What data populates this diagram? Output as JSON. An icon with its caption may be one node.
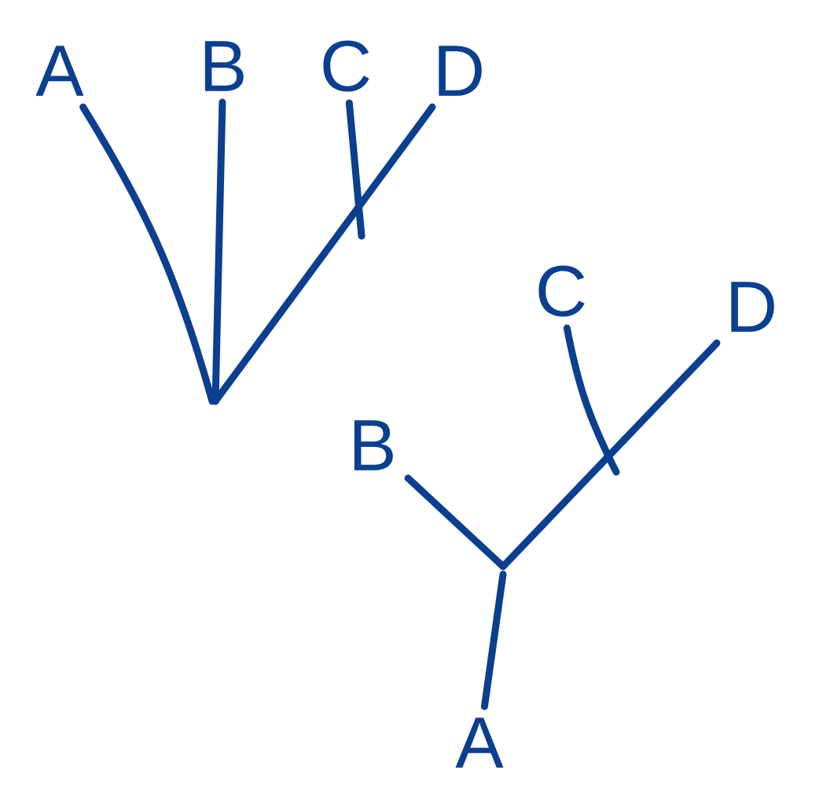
{
  "diagram": {
    "nodes": [
      {
        "text": [
          "A"
        ]
      },
      {
        "text": [
          "B"
        ]
      },
      {
        "text": [
          "C"
        ]
      },
      {
        "text": [
          "D"
        ]
      },
      {
        "text": [
          "C"
        ]
      },
      {
        "text": [
          "D"
        ]
      },
      {
        "text": [
          "B"
        ]
      },
      {
        "text": [
          "A"
        ]
      }
    ],
    "edges": [
      {
        "from": 0,
        "to": null,
        "arrow": "none"
      },
      {
        "from": 1,
        "to": null,
        "arrow": "none"
      },
      {
        "from": 2,
        "to": null,
        "arrow": "none"
      },
      {
        "from": 3,
        "to": null,
        "arrow": "none"
      },
      {
        "from": 4,
        "to": null,
        "arrow": "none"
      },
      {
        "from": 5,
        "to": null,
        "arrow": "none"
      },
      {
        "from": 6,
        "to": null,
        "arrow": "none"
      },
      {
        "from": 7,
        "to": null,
        "arrow": "none"
      }
    ]
  }
}
